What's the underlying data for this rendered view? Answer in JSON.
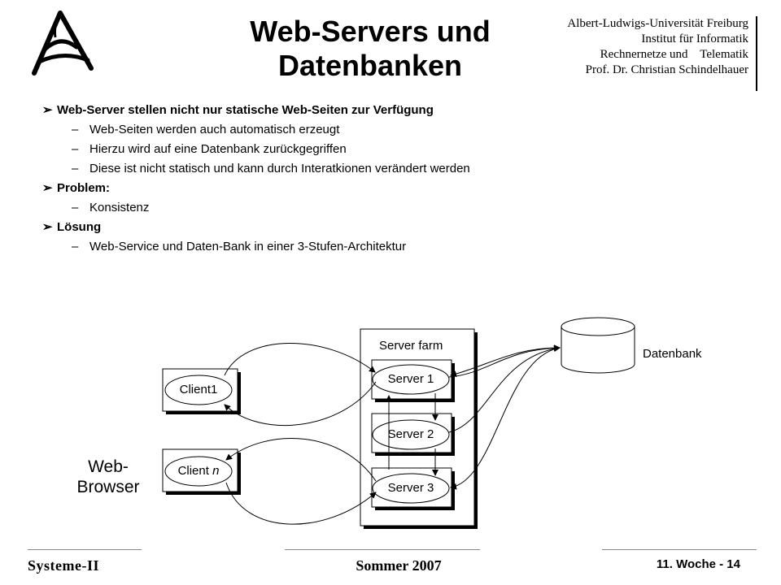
{
  "header": {
    "title_line1": "Web-Servers und",
    "title_line2": "Datenbanken",
    "institution": [
      "Albert-Ludwigs-Universität Freiburg",
      "Institut für Informatik",
      "Rechnernetze und    Telematik",
      "Prof. Dr. Christian Schindelhauer"
    ]
  },
  "bullets": [
    {
      "level": 1,
      "text": "Web-Server stellen nicht nur statische Web-Seiten zur Verfügung"
    },
    {
      "level": 2,
      "text": "Web-Seiten werden auch automatisch erzeugt"
    },
    {
      "level": 2,
      "text": "Hierzu wird auf eine Datenbank zurückgegriffen"
    },
    {
      "level": 2,
      "text": "Diese ist nicht statisch und kann durch Interatkionen verändert werden"
    },
    {
      "level": 1,
      "text": "Problem:"
    },
    {
      "level": 2,
      "text": "Konsistenz"
    },
    {
      "level": 1,
      "text": "Lösung"
    },
    {
      "level": 2,
      "text": "Web-Service und Daten-Bank in einer 3-Stufen-Architektur"
    }
  ],
  "diagram": {
    "server_farm_label": "Server farm",
    "servers": [
      "Server 1",
      "Server 2",
      "Server 3"
    ],
    "client1_label": "Client1",
    "clientn_prefix": "Client ",
    "clientn_suffix": "n",
    "database_label": "Datenbank",
    "web_browser_line1": "Web-",
    "web_browser_line2": "Browser"
  },
  "footer": {
    "left": "Systeme-II",
    "center": "Sommer 2007",
    "right": "11. Woche - 14"
  },
  "glyphs": {
    "bullet_arrow": "➢",
    "dash": "–"
  }
}
